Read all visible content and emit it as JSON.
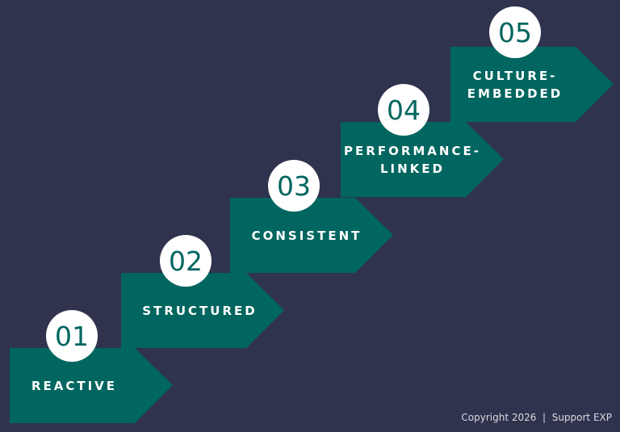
{
  "steps": [
    {
      "number": "01",
      "label": "REACTIVE"
    },
    {
      "number": "02",
      "label": "STRUCTURED"
    },
    {
      "number": "03",
      "label": "CONSISTENT"
    },
    {
      "number": "04",
      "label": "PERFORMANCE-\nLINKED"
    },
    {
      "number": "05",
      "label": "CULTURE-\nEMBEDDED"
    }
  ],
  "colors": {
    "background": "#30334d",
    "step_fill": "#00665f",
    "circle": "#ffffff"
  },
  "footer": {
    "text": "Copyright 2026  |  Support EXP"
  }
}
